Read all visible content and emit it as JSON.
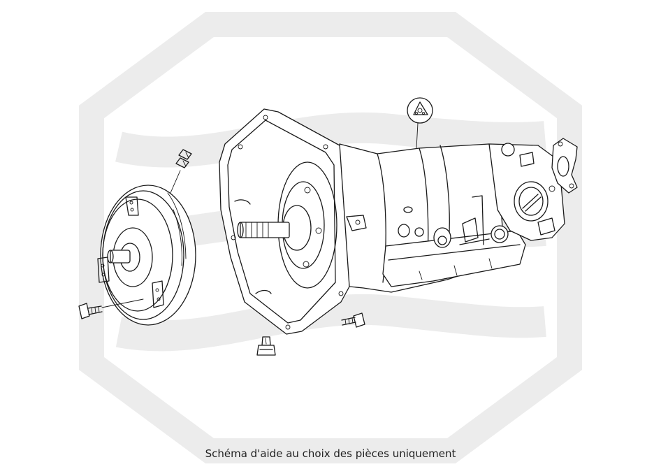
{
  "caption": "Schéma d'aide au choix des pièces uniquement",
  "watermark": {
    "color": "#ececec"
  },
  "drawing": {
    "line_color": "#1a1a1a",
    "parts": [
      "torque-converter",
      "converter-bolt",
      "spring-clip",
      "bell-housing",
      "transmission-case",
      "oil-pan",
      "valve-body",
      "rear-extension",
      "output-flange",
      "mounting-bracket",
      "housing-bolt",
      "drain-plug"
    ]
  }
}
